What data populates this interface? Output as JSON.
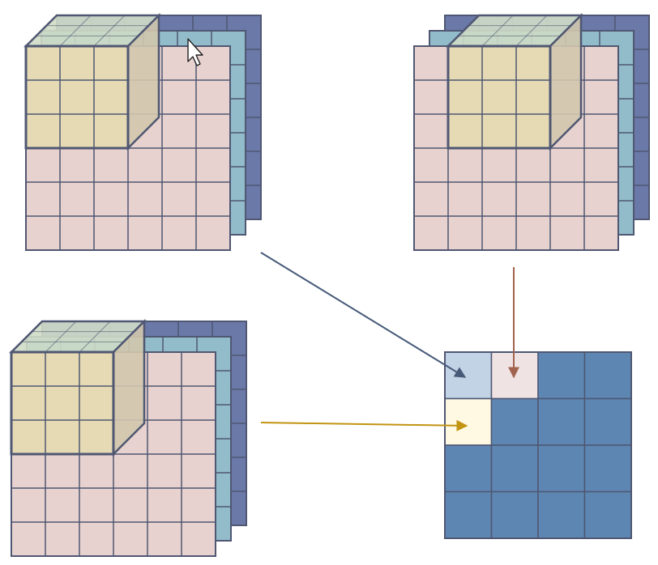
{
  "colors": {
    "background": "#ffffff",
    "grid_line": "#4f5772",
    "channel_front": "#e8d2cf",
    "channel_middle": "#93bccb",
    "channel_back": "#6b79a8",
    "kernel_front": "#e6dab5",
    "kernel_top": "#cfdcc6",
    "kernel_side": "#d1c7ad",
    "output_cell": "#5d87b2",
    "output_highlight_1": "#c3d3e6",
    "output_highlight_2": "#f0e3e3",
    "output_highlight_3": "#fff8e3",
    "arrow_1": "#475a78",
    "arrow_2": "#a2634e",
    "arrow_3": "#c29412",
    "cursor": "#ffffff"
  },
  "input": {
    "rows": 6,
    "cols": 6,
    "channels": 3
  },
  "kernel": {
    "size": 3
  },
  "output": {
    "rows": 4,
    "cols": 4
  },
  "panels": [
    {
      "id": "top-left",
      "kernel_col": 0,
      "output_cell": [
        0,
        0
      ],
      "arrow": "arrow_1"
    },
    {
      "id": "top-right",
      "kernel_col": 1,
      "output_cell": [
        0,
        1
      ],
      "arrow": "arrow_2"
    },
    {
      "id": "bottom-left",
      "kernel_col": 0,
      "output_cell": [
        1,
        0
      ],
      "arrow": "arrow_3"
    }
  ],
  "icons": {
    "cursor": "mouse-pointer-icon"
  }
}
